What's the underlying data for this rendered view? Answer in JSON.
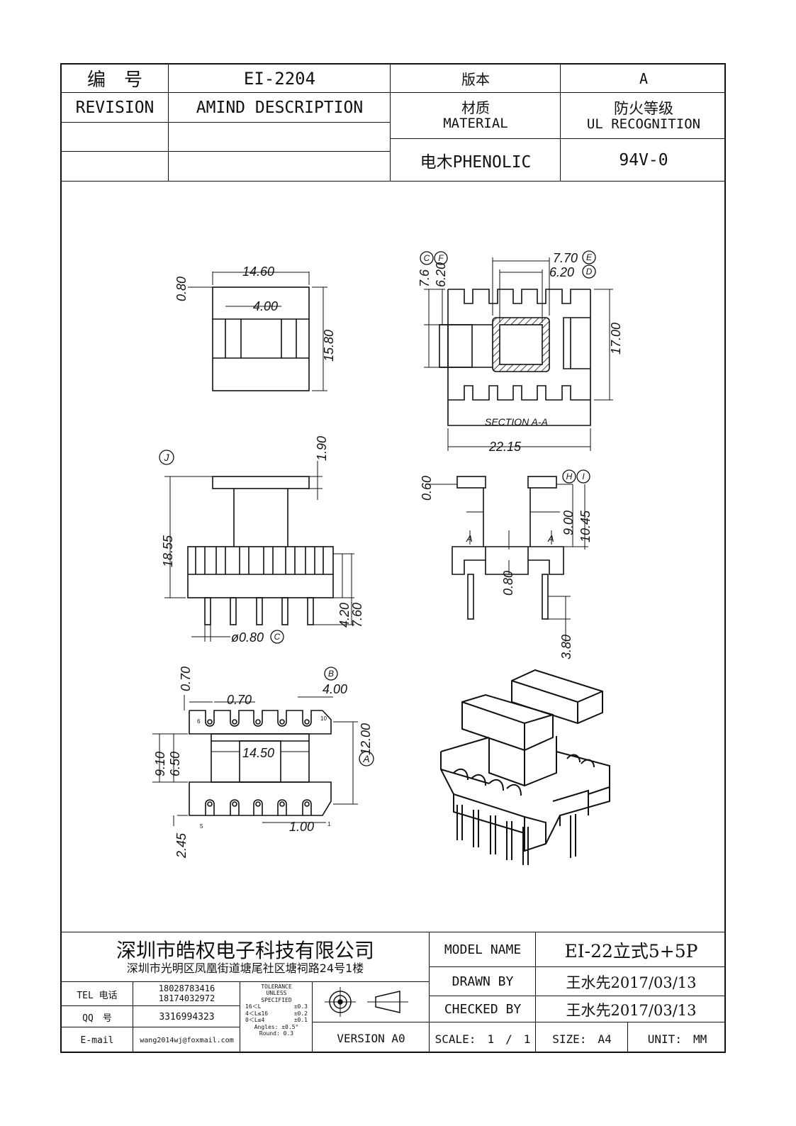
{
  "header": {
    "code_label": "编　号",
    "code_value": "EI-2204",
    "version_label": "版本",
    "version_value": "A",
    "revision_label": "REVISION",
    "amend_label": "AMIND DESCRIPTION",
    "material_label_cn": "材质",
    "material_label_en": "MATERIAL",
    "ul_label_cn": "防火等级",
    "ul_label_en": "UL RECOGNITION",
    "material_value": "电木PHENOLIC",
    "ul_value": "94V-0"
  },
  "drawing": {
    "dims": {
      "d_14_60": "14.60",
      "d_4_00a": "4.00",
      "d_0_80a": "0.80",
      "d_15_80": "15.80",
      "d_7_70": "7.70",
      "d_6_20a": "6.20",
      "d_7_6": "7.6",
      "d_6_20b": "6.20",
      "d_17_00": "17.00",
      "section": "SECTION A-A",
      "d_22_15": "22.15",
      "d_1_90": "1.90",
      "d_18_55": "18.55",
      "d_4_20": "4.20",
      "d_7_60": "7.60",
      "d_phi080": "ø0.80",
      "d_0_60": "0.60",
      "d_9_00": "9.00",
      "d_10_45": "10.45",
      "d_0_80b": "0.80",
      "d_3_80": "3.80",
      "mark_a": "A",
      "d_0_70a": "0.70",
      "d_0_70b": "0.70",
      "d_4_00b": "4.00",
      "d_14_50": "14.50",
      "d_9_10": "9.10",
      "d_6_50": "6.50",
      "d_12_00": "12.00",
      "d_2_45": "2.45",
      "d_1_00": "1.00",
      "pin6": "6",
      "pin10": "10",
      "pin5": "5",
      "pin1": "1"
    },
    "balloons": {
      "C": "C",
      "F": "F",
      "E": "E",
      "D": "D",
      "J": "J",
      "H": "H",
      "I": "I",
      "B": "B",
      "A": "A"
    }
  },
  "title_block": {
    "company_name": "深圳市皓权电子科技有限公司",
    "company_address": "深圳市光明区凤凰街道塘尾社区塘祠路24号1楼",
    "tel_label": "TEL 电话",
    "tel_1": "18028783416",
    "tel_2": "18174032972",
    "qq_label": "QQ　号",
    "qq_value": "3316994323",
    "email_label": "E-mail",
    "email_value": "wang2014wj@foxmail.com",
    "tolerance": {
      "line1": "TOLERANCE",
      "line2": "UNLESS",
      "line3": "SPECIFIED",
      "row1_l": "16＜L",
      "row1_r": "±0.3",
      "row2_l": "4＜L≤16",
      "row2_r": "±0.2",
      "row3_l": "0＜L≤4",
      "row3_r": "±0.1",
      "angles": "Angles: ±0.5°",
      "round": "Round: 0.3"
    },
    "version": "VERSION A0",
    "model_name_label": "MODEL NAME",
    "model_name_value": "EI-22立式5+5P",
    "drawn_by_label": "DRAWN BY",
    "drawn_by_value": "王水先2017/03/13",
    "checked_by_label": "CHECKED BY",
    "checked_by_value": "王水先2017/03/13",
    "scale": "SCALE:　1　/　1",
    "size": "SIZE:　A4",
    "unit": "UNIT:　MM"
  }
}
